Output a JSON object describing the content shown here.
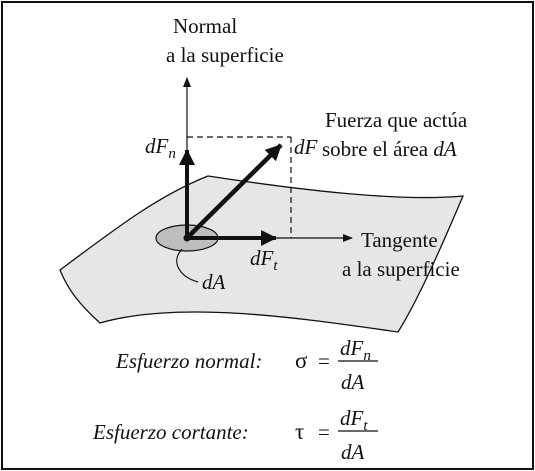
{
  "labels": {
    "normal_line1": "Normal",
    "normal_line2": "a la superficie",
    "force_line1": "Fuerza que actúa",
    "force_line2_prefix": "sobre el área ",
    "force_line2_var": "dA",
    "tangent_line1": "Tangente",
    "tangent_line2": "a la superficie",
    "dF": "dF",
    "dFn_base": "dF",
    "dFn_sub": "n",
    "dFt_base": "dF",
    "dFt_sub": "t",
    "dA": "dA"
  },
  "equations": {
    "normal_prefix": "Esfuerzo normal:",
    "normal_symbol": "σ",
    "normal_num_base": "dF",
    "normal_num_sub": "n",
    "normal_den": "dA",
    "shear_prefix": "Esfuerzo cortante:",
    "shear_symbol": "τ",
    "shear_num_base": "dF",
    "shear_num_sub": "t",
    "shear_den": "dA",
    "equals": "="
  },
  "colors": {
    "surface_fill": "#e6e6e6",
    "area_fill": "#bdbdbd",
    "ink": "#111111"
  }
}
